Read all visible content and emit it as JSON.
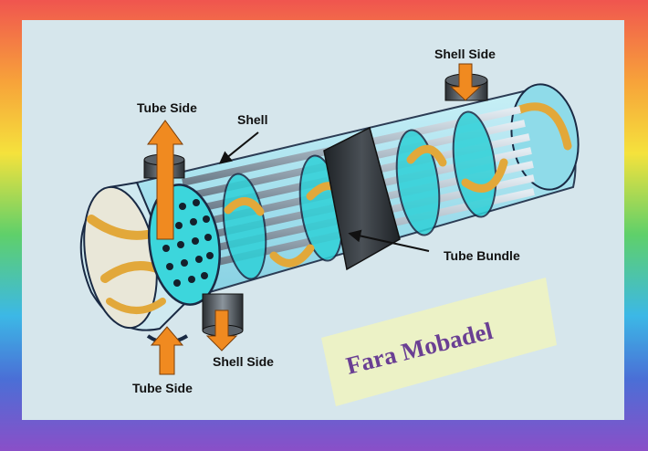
{
  "labels": {
    "tube_side_top": "Tube Side",
    "shell": "Shell",
    "shell_side_top": "Shell Side",
    "tube_bundle": "Tube Bundle",
    "shell_side_bottom": "Shell Side",
    "tube_side_bottom": "Tube Side"
  },
  "watermark": {
    "text": "Fara Mobadel"
  },
  "colors": {
    "shell_fill": "#9fe0ee",
    "shell_edge": "#1a2a44",
    "baffle": "#2fd1d8",
    "tubesheet": "#3cd6dc",
    "tube": "#a7b6c2",
    "flow_arrow": "#f08a20",
    "swirl": "#e2a83a",
    "band": "#2b2f33",
    "note_bg": "#eef3c2",
    "watermark_text": "#6a3f93"
  }
}
